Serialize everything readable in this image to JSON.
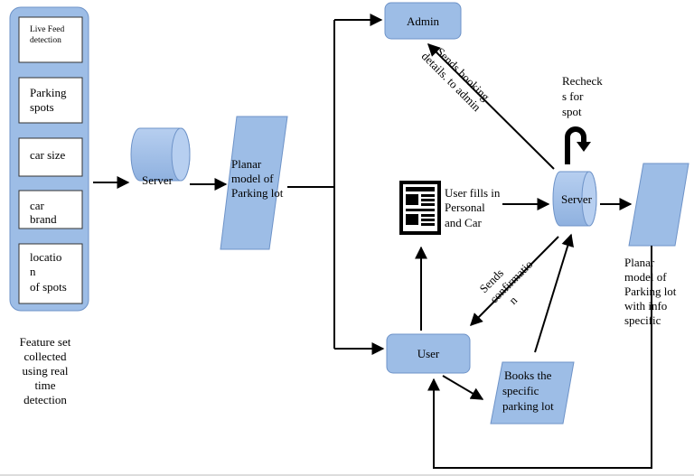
{
  "feature_panel": {
    "items": [
      [
        "Live Feed",
        "detection"
      ],
      [
        "Parking",
        "spots"
      ],
      [
        "car size"
      ],
      [
        "car",
        "brand"
      ],
      [
        "locatio",
        "n",
        "of spots"
      ]
    ],
    "caption": [
      "Feature set",
      "collected",
      "using real",
      "time",
      "detection"
    ]
  },
  "server_left": {
    "label": "Server"
  },
  "planar_left": {
    "lines": [
      "Planar",
      "model of",
      "Parking lot"
    ]
  },
  "admin": {
    "label": "Admin"
  },
  "user": {
    "label": "User"
  },
  "server_right": {
    "label": "Server"
  },
  "user_fills": {
    "lines": [
      "User fills in",
      "Personal",
      "and Car"
    ]
  },
  "rechecks": {
    "lines": [
      "Recheck",
      "s for",
      "spot"
    ]
  },
  "sends_booking": {
    "lines": [
      "Sends booking",
      "details. to admin"
    ]
  },
  "sends_confirmation": {
    "lines": [
      "Sends",
      "confirmatio",
      "n"
    ]
  },
  "books": {
    "lines": [
      "Books the",
      "specific",
      "parking lot"
    ]
  },
  "planar_right": {
    "lines": [
      "Planar",
      "model of",
      "Parking lot",
      "with info",
      "specific"
    ]
  },
  "icons": {
    "document": "document-icon",
    "u_turn": "u-turn-arrow-icon"
  },
  "colors": {
    "shape_fill": "#9dbde6",
    "shape_stroke": "#6e93c8",
    "line": "#000000"
  }
}
